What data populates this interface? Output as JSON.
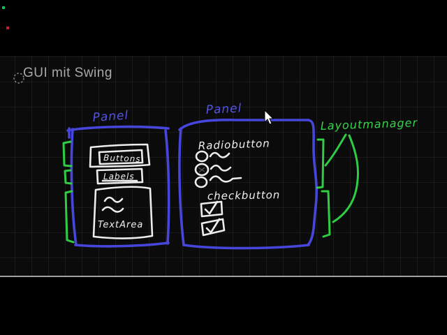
{
  "title": {
    "text": "GUI mit Swing"
  },
  "sketch": {
    "left_panel": {
      "label": "Panel",
      "button_label": "Buttons",
      "labels_label": "Labels",
      "textarea_label": "TextArea"
    },
    "right_panel": {
      "label": "Panel",
      "radiobutton_heading": "Radiobutton",
      "checkbutton_heading": "checkbutton"
    },
    "layout_manager_label": "Layoutmanager"
  },
  "colors": {
    "background": "#000000",
    "canvas": "#0b0b0c",
    "grid_line": "#191a1c",
    "separator_line": "#a0a0a0",
    "ink_blue": "#4646da",
    "ink_green": "#30cc44",
    "ink_white": "#ededed",
    "title_gray": "#a8a8a8",
    "marker_green": "#00c853",
    "marker_red": "#cc2222",
    "cursor_fill": "#ffffff"
  }
}
